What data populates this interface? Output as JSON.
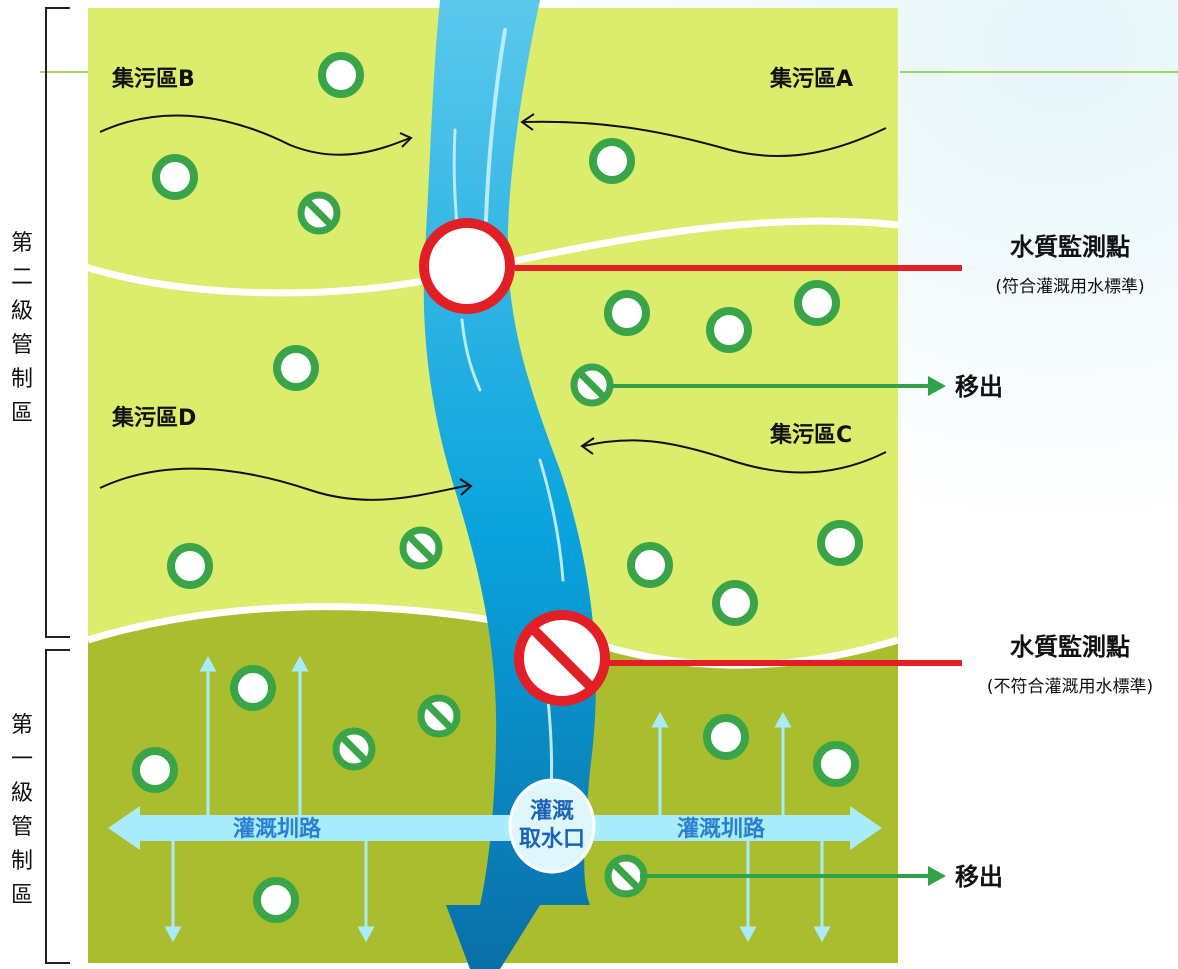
{
  "regions": {
    "level2": "第二級管制區",
    "level1": "第一級管制區"
  },
  "zones": {
    "b": "集污區B",
    "a": "集污區A",
    "d": "集污區D",
    "c": "集污區C"
  },
  "monitoring": {
    "pass_title": "水質監測點",
    "pass_sub": "(符合灌溉用水標準)",
    "fail_title": "水質監測點",
    "fail_sub": "(不符合灌溉用水標準)"
  },
  "canal": {
    "left": "灌溉圳路",
    "right": "灌溉圳路",
    "intake_line1": "灌溉",
    "intake_line2": "取水口"
  },
  "move_out": {
    "upper": "移出",
    "lower": "移出"
  },
  "colors": {
    "upper_field": "#dced6e",
    "lower_field": "#a9bd2e",
    "river_light": "#5bc8ec",
    "river_dark": "#0a6fa8",
    "canal": "#a8ecfb",
    "pass_marker": "#e31f26",
    "factory_ring": "#3aa548",
    "arrow_green": "#2fa24a"
  },
  "icons": {
    "factory_ok": "circle-icon",
    "factory_banned": "prohibited-icon"
  }
}
